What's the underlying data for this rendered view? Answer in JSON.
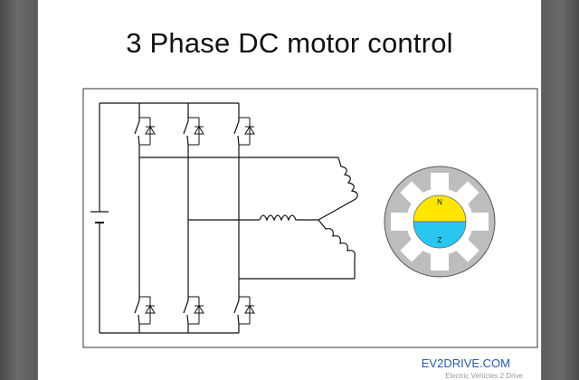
{
  "slide": {
    "title": "3 Phase DC motor control",
    "brand": "EV2DRIVE.COM",
    "tagline": "Electric Vehicles 2 Drive"
  },
  "motor": {
    "north_label": "N",
    "south_label": "Z",
    "colors": {
      "north": "#ffe600",
      "south": "#29c6f0",
      "stator": "#bdbdbd",
      "gap": "#ffffff"
    }
  },
  "icons": [
    "battery-icon",
    "switch-icon",
    "diode-icon",
    "coil-icon",
    "motor-icon"
  ]
}
